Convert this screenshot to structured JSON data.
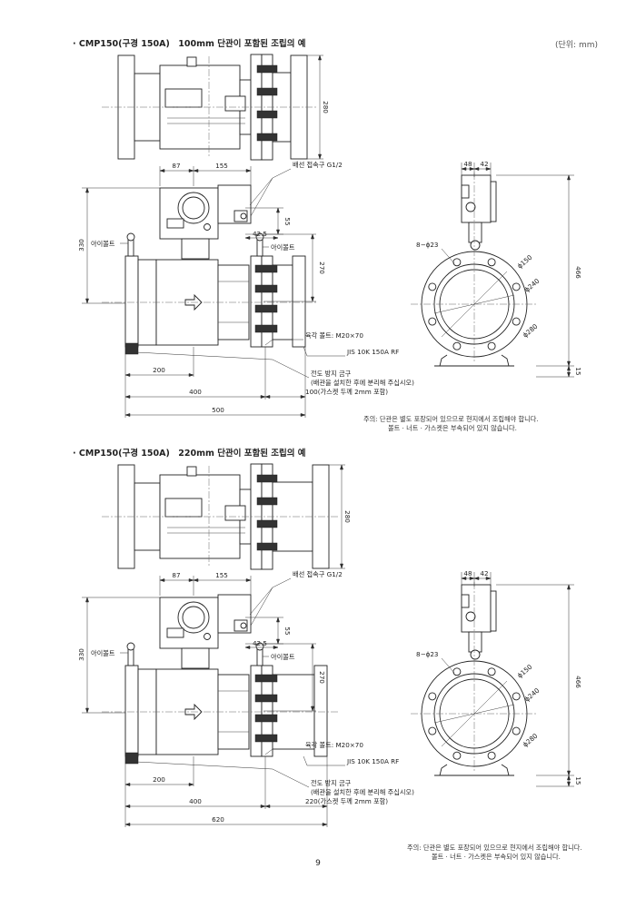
{
  "unit_label": "(단위: mm)",
  "page_number": "9",
  "section1": {
    "title": "· CMP150(구경 150A)　100mm 단관이 포함된 조립의 예",
    "labels": {
      "wire_port": "배선 접속구 G1/2",
      "eyebolt_left": "아이볼트",
      "eyebolt_right": "아이볼트",
      "hex_bolt": "육각 볼트: M20×70",
      "jis_flange": "JIS 10K 150A RF",
      "ground_line1": "전도 방지 금구",
      "ground_line2": "(배관을 설치한 후에 분리해 주십시오)",
      "holes": "8−ϕ23",
      "phi150": "ϕ150",
      "phi240": "ϕ240",
      "phi280": "ϕ280"
    },
    "dims": {
      "top_height": "280",
      "d87": "87",
      "d155": "155",
      "d55": "55",
      "d42_5": "42.5",
      "d270": "270",
      "d330": "330",
      "d200": "200",
      "d400": "400",
      "d500": "500",
      "spacer": "100(가스켓 두께 2mm 포함)",
      "d48": "48",
      "d42": "42",
      "d466": "466",
      "d15": "15"
    },
    "notes": [
      "주의:  단관은 별도 포장되어 있으므로 현지에서 조립해야 합니다.",
      "볼트 · 너트 · 가스켓은 부속되어 있지 않습니다."
    ]
  },
  "section2": {
    "title": "· CMP150(구경 150A)　220mm 단관이 포함된 조립의 예",
    "labels": {
      "wire_port": "배선 접속구 G1/2",
      "eyebolt_left": "아이볼트",
      "eyebolt_right": "아이볼트",
      "hex_bolt": "육각 볼트: M20×70",
      "jis_flange": "JIS 10K 150A RF",
      "ground_line1": "전도 방지 금구",
      "ground_line2": "(배관을 설치한 후에 분리해 주십시오)",
      "holes": "8−ϕ23",
      "phi150": "ϕ150",
      "phi240": "ϕ240",
      "phi280": "ϕ280"
    },
    "dims": {
      "top_height": "280",
      "d87": "87",
      "d155": "155",
      "d55": "55",
      "d42_5": "42.5",
      "d270": "270",
      "d330": "330",
      "d200": "200",
      "d400": "400",
      "d500": "620",
      "spacer": "220(가스켓 두께 2mm 포함)",
      "d48": "48",
      "d42": "42",
      "d466": "466",
      "d15": "15"
    },
    "notes": [
      "주의:  단관은 별도 포장되어 있으므로 현지에서 조립해야 합니다.",
      "볼트 · 너트 · 가스켓은 부속되어 있지 않습니다."
    ]
  }
}
